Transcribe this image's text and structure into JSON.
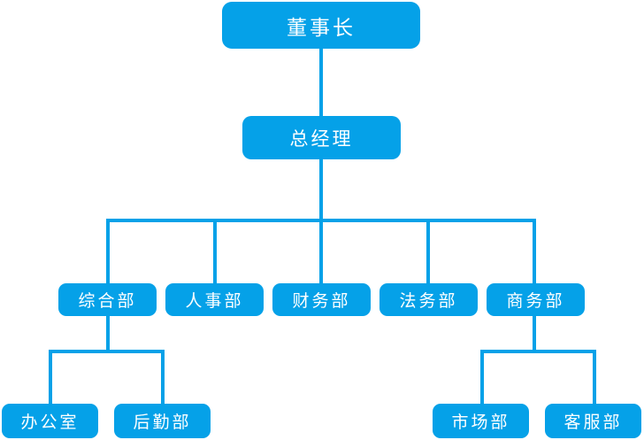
{
  "chart_type": "org-chart",
  "theme": {
    "node_fill": "#05a1e8",
    "node_text": "#ffffff",
    "connector": "#05a1e8",
    "background": "#ffffff"
  },
  "nodes": {
    "chairman": {
      "label": "董事长",
      "level": 1
    },
    "general_manager": {
      "label": "总经理",
      "level": 2
    },
    "departments": [
      {
        "label": "综合部",
        "level": 3
      },
      {
        "label": "人事部",
        "level": 3
      },
      {
        "label": "财务部",
        "level": 3
      },
      {
        "label": "法务部",
        "level": 3
      },
      {
        "label": "商务部",
        "level": 3
      }
    ],
    "sub_departments_left": [
      {
        "label": "办公室",
        "level": 4,
        "parent": "综合部"
      },
      {
        "label": "后勤部",
        "level": 4,
        "parent": "综合部"
      }
    ],
    "sub_departments_right": [
      {
        "label": "市场部",
        "level": 4,
        "parent": "商务部"
      },
      {
        "label": "客服部",
        "level": 4,
        "parent": "商务部"
      }
    ]
  }
}
